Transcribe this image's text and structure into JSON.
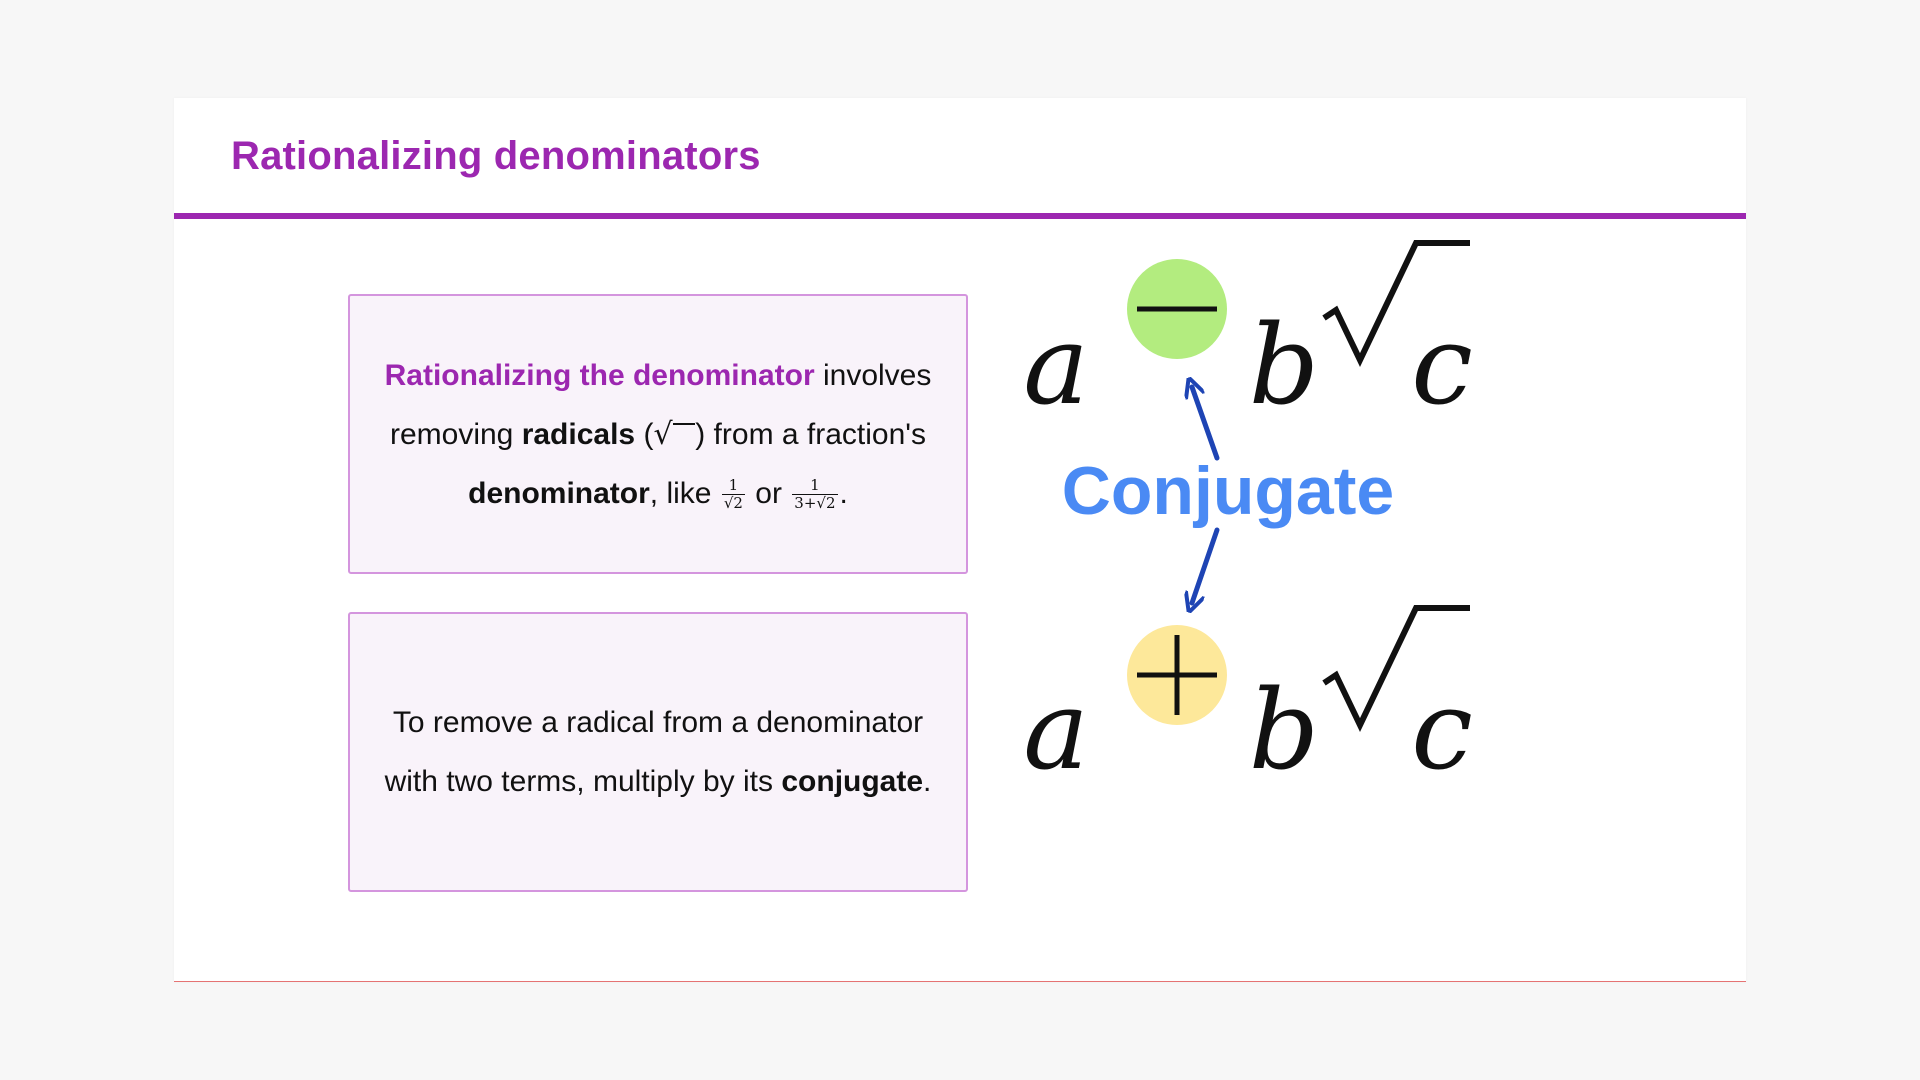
{
  "slide": {
    "title": "Rationalizing denominators"
  },
  "card1": {
    "term": "Rationalizing the denominator",
    "t1": " involves removing ",
    "radicals": "radicals",
    "paren_open": " (",
    "radical_glyph": "√",
    "paren_close": ") from a fraction's ",
    "denominator": "denominator",
    "t2": ", like ",
    "frac1_num": "1",
    "frac1_den": "√2",
    "or": " or ",
    "frac2_num": "1",
    "frac2_den": "3+√2",
    "period": "."
  },
  "card2": {
    "t1": "To remove a radical from a denominator with two terms, multiply by its ",
    "conjugate": "conjugate",
    "period": "."
  },
  "diagram": {
    "top": {
      "a": "a",
      "op": "−",
      "b": "b",
      "radical": "√",
      "c": "c",
      "op_color": "#b3ec7f"
    },
    "bottom": {
      "a": "a",
      "op": "+",
      "b": "b",
      "radical": "√",
      "c": "c",
      "op_color": "#fde89a"
    },
    "label": "Conjugate",
    "label_color": "#4a8af4",
    "arrow_color": "#1e44b4"
  }
}
